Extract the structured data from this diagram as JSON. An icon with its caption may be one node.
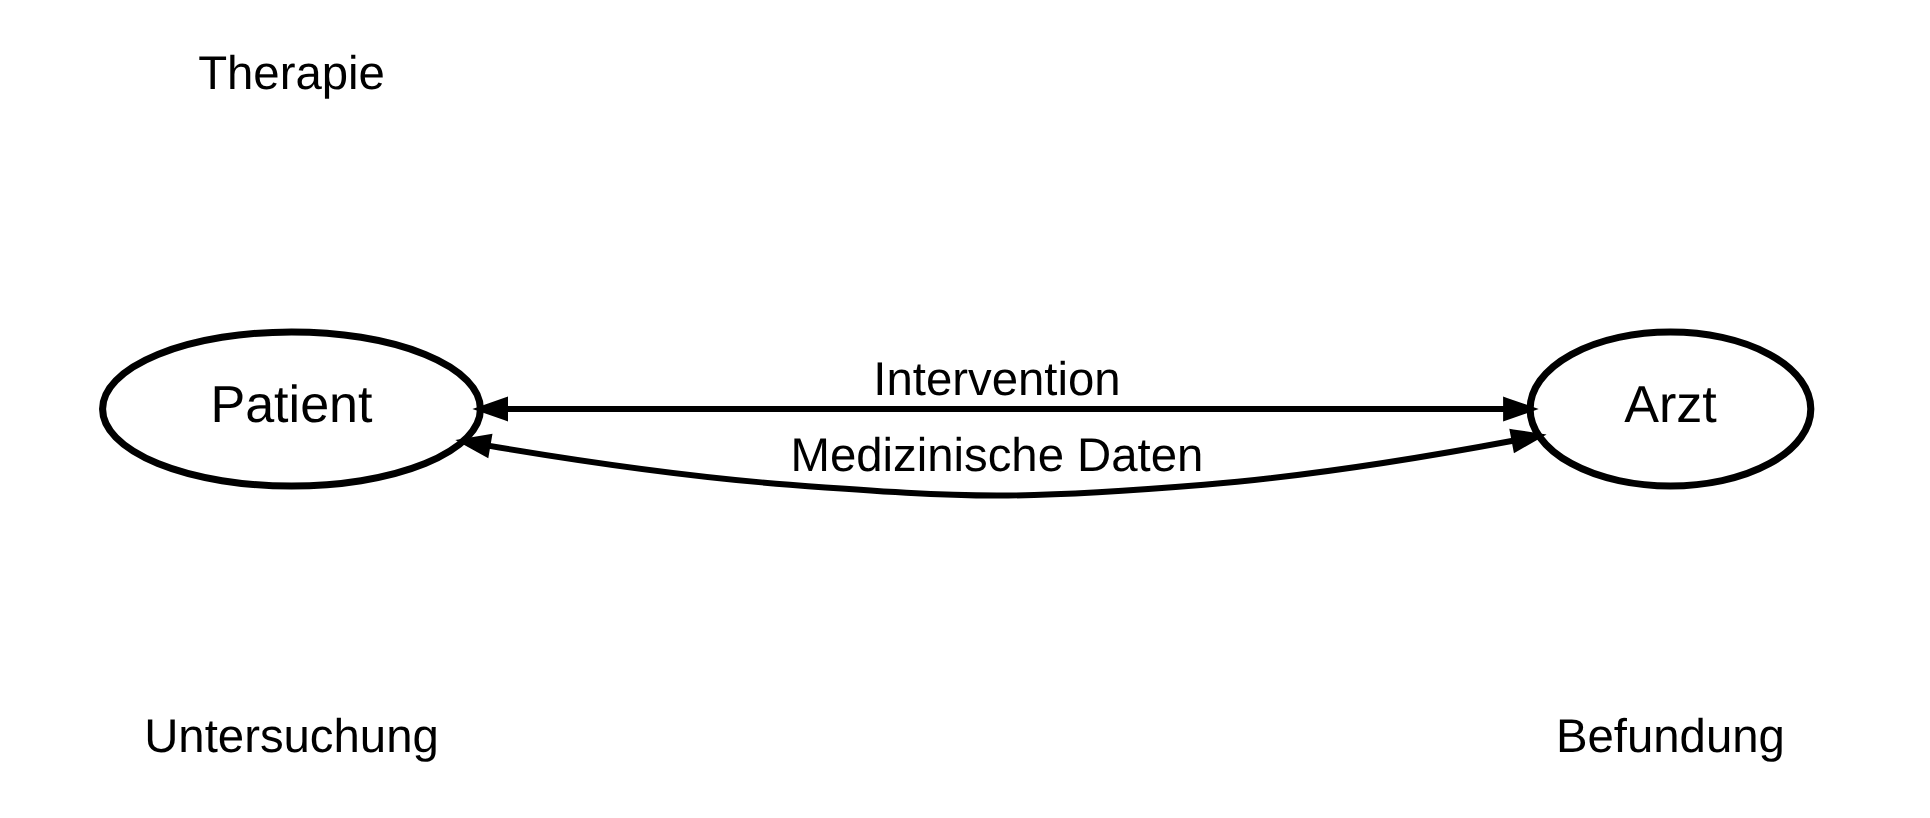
{
  "diagram": {
    "nodes": [
      {
        "text": [
          "Patient"
        ]
      },
      {
        "text": [
          "Arzt"
        ]
      }
    ],
    "edges": [
      {
        "from": 0,
        "to": 1,
        "arrow": "both",
        "label": "Intervention"
      },
      {
        "from": 0,
        "to": 1,
        "arrow": "both",
        "label": "Medizinische Daten"
      }
    ],
    "labels": [
      "Therapie",
      "Untersuchung",
      "Befundung"
    ]
  }
}
